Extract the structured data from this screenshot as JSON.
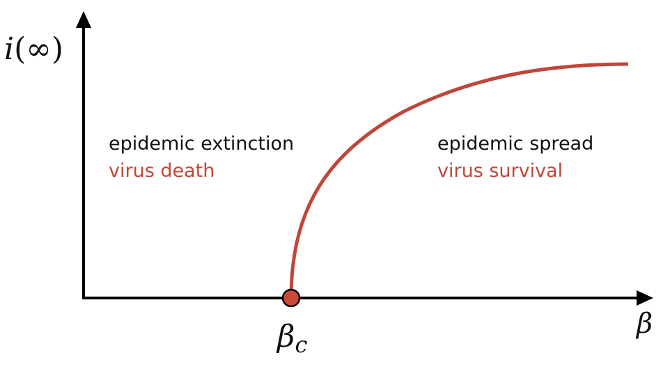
{
  "colors": {
    "axis": "#000000",
    "curve": "#c0463a",
    "point_fill": "#c9493a",
    "regime_subtitle": "#c0463a"
  },
  "axes": {
    "y_label_main": "i",
    "y_label_paren": "(∞)",
    "x_label": "β",
    "critical_label_main": "β",
    "critical_label_sub": "c"
  },
  "left_regime": {
    "title": "epidemic extinction",
    "subtitle": "virus death"
  },
  "right_regime": {
    "title": "epidemic spread",
    "subtitle": "virus survival"
  }
}
